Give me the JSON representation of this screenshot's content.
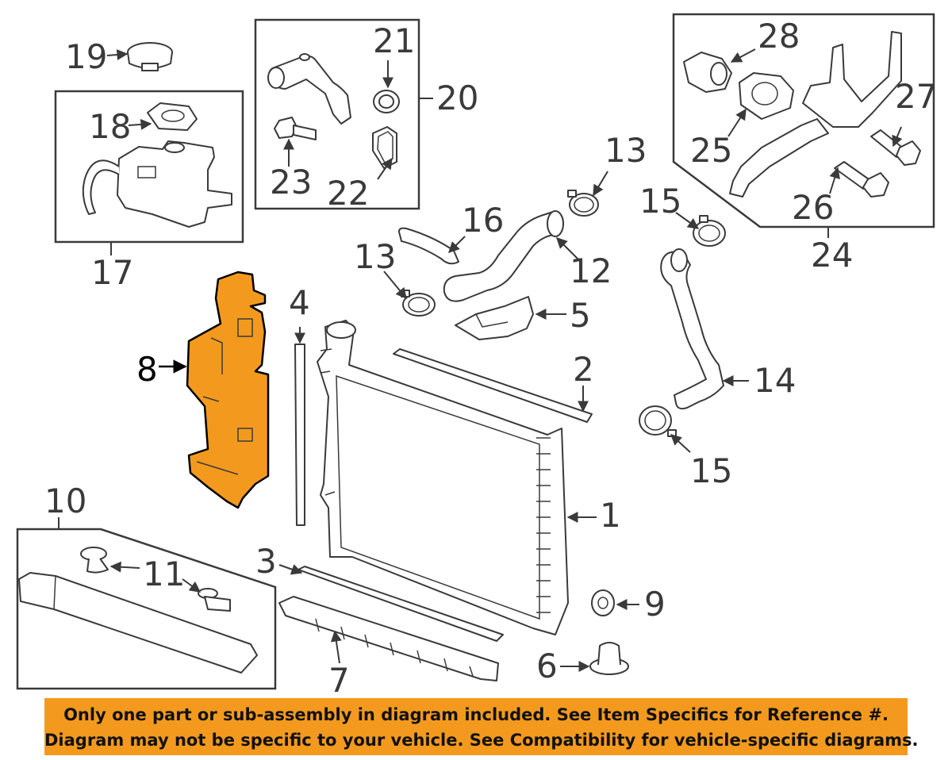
{
  "callouts": {
    "c1": "1",
    "c2": "2",
    "c3": "3",
    "c4": "4",
    "c5": "5",
    "c6": "6",
    "c7": "7",
    "c8": "8",
    "c9": "9",
    "c10": "10",
    "c11": "11",
    "c12": "12",
    "c13a": "13",
    "c13b": "13",
    "c14": "14",
    "c15a": "15",
    "c15b": "15",
    "c16": "16",
    "c17": "17",
    "c18": "18",
    "c19": "19",
    "c20": "20",
    "c21": "21",
    "c22": "22",
    "c23": "23",
    "c24": "24",
    "c25": "25",
    "c26": "26",
    "c27": "27",
    "c28": "28"
  },
  "highlight": {
    "part": "8",
    "color": "#f39a1e"
  },
  "banner": {
    "line1": "Only one part or sub-assembly in diagram included. See Item Specifics for Reference #.",
    "line2": "Diagram may not be specific to your vehicle. See Compatibility for vehicle-specific diagrams.",
    "color": "#f39a1e"
  }
}
